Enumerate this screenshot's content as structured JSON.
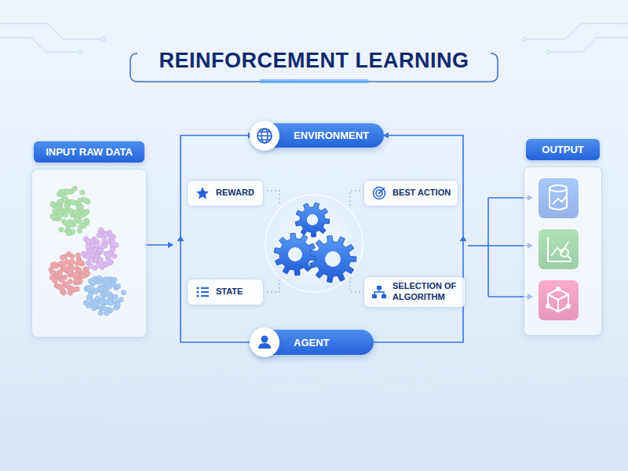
{
  "diagram": {
    "title": "REINFORCEMENT LEARNING",
    "nodes": [
      {
        "text": [
          "INPUT RAW DATA"
        ]
      },
      {
        "text": [
          "ENVIRONMENT"
        ]
      },
      {
        "text": [
          "REWARD"
        ]
      },
      {
        "text": [
          "BEST ACTION"
        ]
      },
      {
        "text": [
          "STATE"
        ]
      },
      {
        "text": [
          "SELECTION OF ALGORITHM"
        ]
      },
      {
        "text": [
          "AGENT"
        ]
      },
      {
        "text": [
          "OUTPUT"
        ]
      }
    ],
    "edges": [
      {
        "from": 6,
        "to": 1,
        "arrow": "to"
      },
      {
        "from": 6,
        "to": 1,
        "arrow": "to"
      }
    ]
  }
}
